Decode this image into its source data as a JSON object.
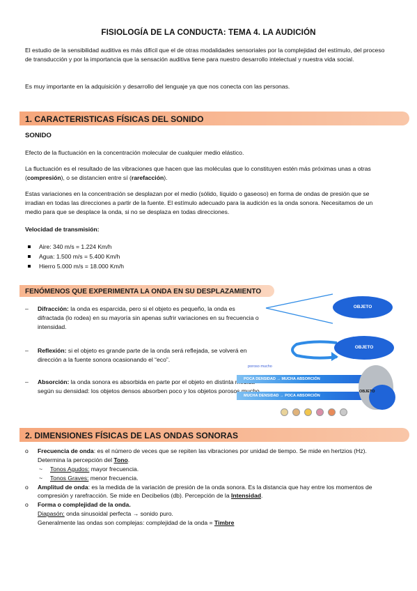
{
  "title": "FISIOLOGÍA DE LA CONDUCTA: TEMA 4. LA AUDICIÓN",
  "intro": {
    "p1": "El estudio de la sensibilidad auditiva es más difícil que el de otras modalidades sensoriales por la complejidad del estímulo, del proceso de transducción y por la importancia que la sensación auditiva tiene para nuestro desarrollo intelectual y nuestra vida social.",
    "p2": "Es muy importante en la adquisición y desarrollo del lenguaje ya que nos conecta con las personas."
  },
  "section1": {
    "heading": "1. CARACTERISTICAS FÍSICAS DEL SONIDO",
    "subheading": "SONIDO",
    "p1": "Efecto de la fluctuación en la concentración molecular de cualquier medio elástico.",
    "p2_a": "La fluctuación es el resultado de las vibraciones que hacen que las moléculas que lo constituyen estén más próximas unas a otras (",
    "p2_b": "compresión",
    "p2_c": "), o se distancien entre sí (",
    "p2_d": "rarefacción",
    "p2_e": ").",
    "p3": "Estas variaciones en la concentración se desplazan por el medio (sólido, líquido o gaseoso) en forma de ondas de presión que se irradian en todas las direcciones a partir de la fuente. El estímulo adecuado para la audición es la onda sonora. Necesitamos de un medio para que se desplace la onda, si no se desplaza en todas direcciones.",
    "velocity_label": "Velocidad de transmisión:",
    "velocities": [
      "Aire: 340 m/s = 1.224 Km/h",
      "Agua: 1.500 m/s = 5.400 Km/h",
      "Hierro 5.000 m/s = 18.000 Km/h"
    ]
  },
  "phenomena": {
    "heading": "FENÓMENOS QUE EXPERIMENTA LA ONDA EN SU DESPLAZAMIENTO",
    "items": [
      {
        "term": "Difracción:",
        "text": " la onda es esparcida, pero si el objeto es pequeño, la onda es difractada (lo rodea) en su mayoría sin apenas sufrir variaciones en su frecuencia o intensidad."
      },
      {
        "term": "Reflexión:",
        "text": " si el objeto es grande parte de la onda será reflejada, se volverá en dirección a la fuente sonora ocasionando el “eco”."
      },
      {
        "term": "Absorción:",
        "text": " la onda sonora es absorbida en parte por el objeto en distinta medida según su densidad: los objetos densos absorben poco y los objetos porosos mucho."
      }
    ],
    "diagram": {
      "object_label": "OBJETO",
      "porous_label": "poroso mucho",
      "row1_left": "POCA DENSIDAD",
      "row1_right": "MUCHA ABSORCIÓN",
      "row2_left": "MUCHA DENSIDAD",
      "row2_right": "POCA ABSORCIÓN",
      "arrow": "→",
      "colors": {
        "object": "#1f64d8",
        "arrow": "#2f8be6",
        "grey": "#b9bec4"
      }
    }
  },
  "section2": {
    "heading": "2. DIMENSIONES FÍSICAS DE LAS ONDAS SONORAS",
    "marker": "o",
    "freq": {
      "term": "Frecuencia de onda",
      "text": ": es el número de veces que se repiten las vibraciones por unidad de tiempo. Se mide en hertzios (Hz). Determina la percepción del ",
      "link": "Tono",
      "end": ".",
      "sub": [
        {
          "term": "Tonos Agudos:",
          "text": " mayor frecuencia."
        },
        {
          "term": "Tonos Graves:",
          "text": " menor frecuencia."
        }
      ]
    },
    "amp": {
      "term": "Amplitud de onda",
      "text": ": es la medida de la variación de presión de la onda sonora. Es la distancia que hay entre los momentos de compresión y rarefracción. Se mide en Decibelios (db). Percepción de la ",
      "link": "Intensidad",
      "end": "."
    },
    "form": {
      "term": "Forma o complejidad de la onda.",
      "line2_term": "Diapasón:",
      "line2_text": " onda sinusoidal perfecta → sonido puro.",
      "line3_text": "Generalmente las ondas son complejas: complejidad de la onda = ",
      "line3_link": "Timbre"
    }
  }
}
